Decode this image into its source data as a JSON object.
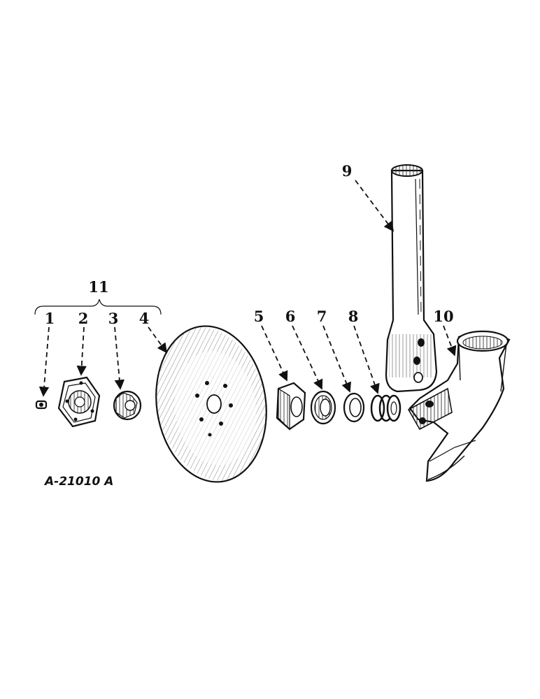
{
  "figure": {
    "reference_code": "A-21010 A",
    "callouts": [
      "1",
      "2",
      "3",
      "4",
      "5",
      "6",
      "7",
      "8",
      "9",
      "10",
      "11"
    ]
  }
}
